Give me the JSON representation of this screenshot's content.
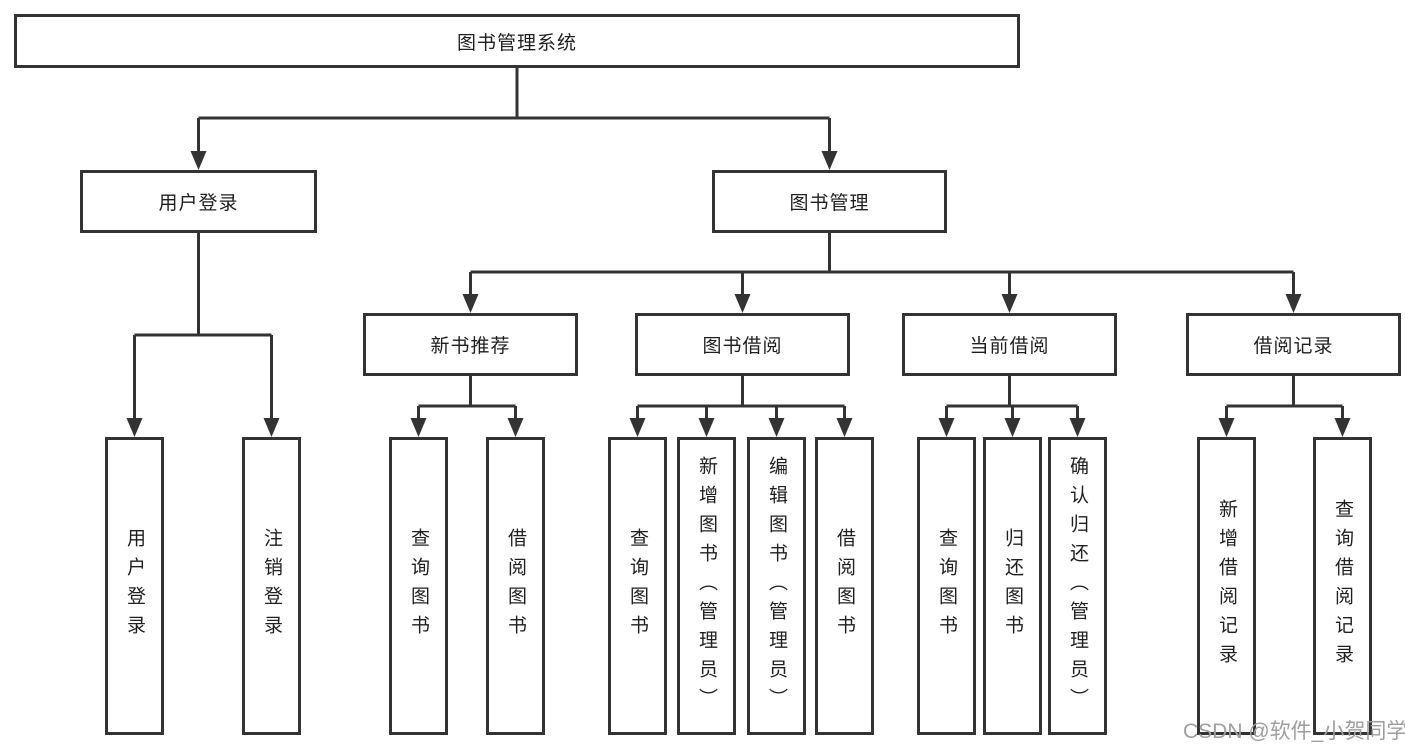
{
  "colors": {
    "line": "#333333",
    "text": "#1f1f1f",
    "box_fill": "#ffffff",
    "background": "#ffffff",
    "watermark": "#9e9e9e"
  },
  "watermark": {
    "text": "CSDN @软件_小贺同学"
  },
  "root": {
    "label": "图书管理系统"
  },
  "branches": [
    {
      "label": "用户登录",
      "children": [
        {
          "label": "用户登录"
        },
        {
          "label": "注销登录"
        }
      ]
    },
    {
      "label": "图书管理",
      "children": [
        {
          "label": "新书推荐",
          "children": [
            {
              "label": "查询图书"
            },
            {
              "label": "借阅图书"
            }
          ]
        },
        {
          "label": "图书借阅",
          "children": [
            {
              "label": "查询图书"
            },
            {
              "label": "新增图书（管理员）"
            },
            {
              "label": "编辑图书（管理员）"
            },
            {
              "label": "借阅图书"
            }
          ]
        },
        {
          "label": "当前借阅",
          "children": [
            {
              "label": "查询图书"
            },
            {
              "label": "归还图书"
            },
            {
              "label": "确认归还（管理员）"
            }
          ]
        },
        {
          "label": "借阅记录",
          "children": [
            {
              "label": "新增借阅记录"
            },
            {
              "label": "查询借阅记录"
            }
          ]
        }
      ]
    }
  ]
}
